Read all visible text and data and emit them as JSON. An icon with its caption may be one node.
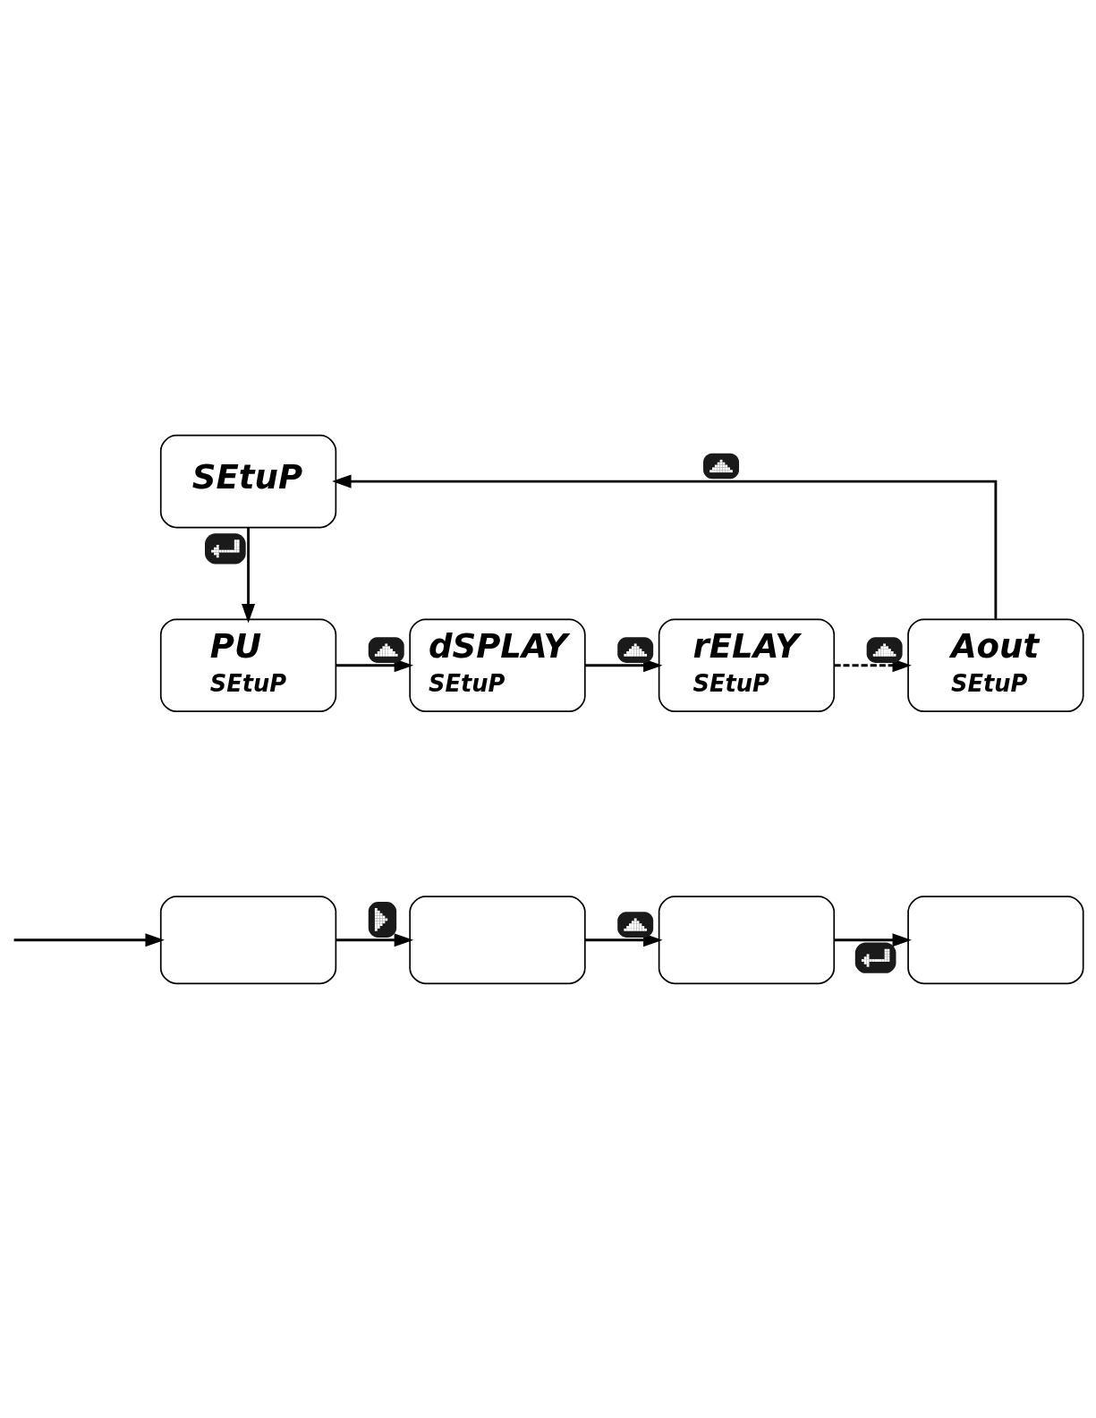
{
  "diagram": {
    "nodes": [
      {
        "text": [
          "SEtuP"
        ]
      },
      {
        "text": [
          "PU",
          "SEtuP"
        ]
      },
      {
        "text": [
          "dSPLAY",
          "SEtuP"
        ]
      },
      {
        "text": [
          "rELAY",
          "SEtuP"
        ]
      },
      {
        "text": [
          "Aout",
          "SEtuP"
        ]
      },
      {
        "text": [],
        "shape": "box"
      },
      {
        "text": [],
        "shape": "box"
      },
      {
        "text": [],
        "shape": "box"
      },
      {
        "text": [],
        "shape": "box"
      }
    ],
    "edges": [
      {
        "from": 0,
        "to": 1,
        "arrow": "to"
      },
      {
        "from": 1,
        "to": 2,
        "arrow": "to"
      },
      {
        "from": 2,
        "to": 3,
        "arrow": "to"
      },
      {
        "from": 3,
        "to": 4,
        "arrow": "to",
        "style": "dashed"
      },
      {
        "from": 4,
        "to": 0,
        "arrow": "to"
      },
      {
        "from": null,
        "to": 5,
        "arrow": "to"
      },
      {
        "from": 5,
        "to": 6,
        "arrow": "to"
      },
      {
        "from": 6,
        "to": 7,
        "arrow": "to"
      },
      {
        "from": 7,
        "to": 8,
        "arrow": "to"
      }
    ]
  }
}
